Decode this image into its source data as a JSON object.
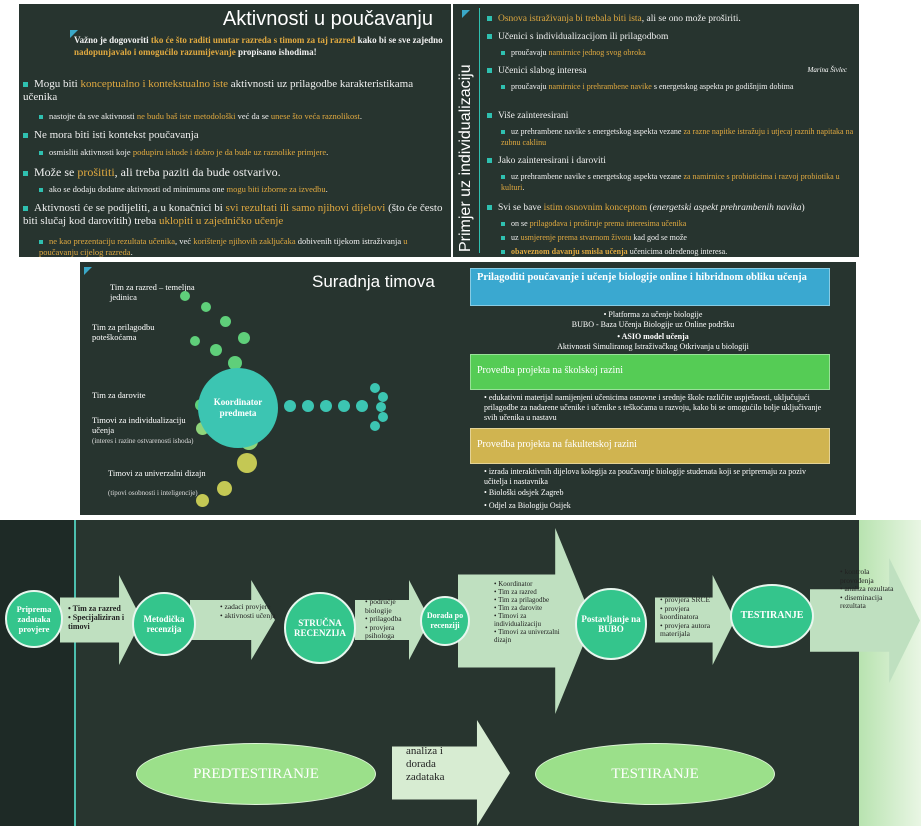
{
  "slide1": {
    "title": "Aktivnosti u poučavanju",
    "intro_a": "Važno je dogovoriti ",
    "intro_b": "tko će što raditi unutar razreda s timom za taj razred",
    "intro_c": " kako bi se sve zajedno ",
    "intro_d": "nadopunjavalo i omogućilo razumijevanje",
    "intro_e": " propisano ishodima!",
    "b1a": "Mogu biti ",
    "b1b": "konceptualno i kontekstualno iste",
    "b1c": " aktivnosti uz prilagodbe karakteristikama učenika",
    "b1s_a": "nastojte da sve aktivnosti ",
    "b1s_b": "ne budu baš iste metodološki",
    "b1s_c": " već da se ",
    "b1s_d": "unese što veća raznolikost",
    ".": ".",
    "b2": "Ne mora biti isti kontekst poučavanja",
    "b2s_a": "osmisliti aktivnosti koje ",
    "b2s_b": "podupiru ishode i dobro je da bude uz raznolike primjere",
    "b3a": "Može se ",
    "b3b": "prošititi",
    "b3c": ", ali treba paziti da bude ostvarivo.",
    "b3s_a": "ako se dodaju dodatne aktivnosti od minimuma one ",
    "b3s_b": "mogu biti izborne za izvedbu",
    "b4a": "Aktivnosti će se podijeliti, a u konačnici bi ",
    "b4b": "svi rezultati ili samo njihovi dijelovi",
    "b4c": " (što će često biti slučaj kod darovitih) treba ",
    "b4d": "uklopiti u zajedničko učenje",
    "b4s_a": "ne kao prezentaciju rezultata učenika",
    "b4s_b": ", već ",
    "b4s_c": "korištenje njihovih zaključaka",
    "b4s_d": " dobivenih tijekom istraživanja ",
    "b4s_e": "u poučavanju cijelog razreda"
  },
  "slide2": {
    "vertical_title": "Primjer uz individualizaciju",
    "author": "Marina Šivlec",
    "r1a": "Osnova istraživanja bi trebala biti ista",
    "r1b": ", ali se ono može proširiti.",
    "r2": "Učenici s individualizacijom ili prilagodbom",
    "r2s_a": "proučavaju ",
    "r2s_b": "namirnice jednog svog obroka",
    "r3": "Učenici slabog interesa",
    "r3s_a": "proučavaju ",
    "r3s_b": "namirnice i prehrambene navike",
    "r3s_c": " s energetskog aspekta po godišnjim dobima",
    "r4": "Više zainteresirani",
    "r4s_a": "uz prehrambene navike s energetskog aspekta vezane ",
    "r4s_b": "za razne napitke istražuju i utjecaj raznih napitaka na zubnu caklinu",
    "r5": "Jako zainteresirani i daroviti",
    "r5s_a": "uz prehrambene navike s energetskog aspekta vezane ",
    "r5s_b": "za namirnice s probioticima i razvoj probiotika u kulturi",
    "r6a": "Svi se bave ",
    "r6b": "istim osnovnim konceptom",
    "r6c": " (",
    "r6d": "energetski aspekt prehrambenih navika",
    "r6e": ")",
    "r6s1_a": "on se ",
    "r6s1_b": "prilagođava i proširuje prema interesima učenika",
    "r6s2_a": "uz ",
    "r6s2_b": "usmjerenje prema stvarnom životu",
    "r6s2_c": " kad god se može",
    "r6s3_a": "obaveznom davanju smisla učenja",
    "r6s3_b": " učenicima određenog interesa."
  },
  "slide3": {
    "title": "Suradnja timova",
    "center": "Koordinator predmeta",
    "teams": [
      "Tim za razred – temeljna jedinica",
      "Tim za prilagodbu poteškoćama",
      "Tim za darovite",
      "Timovi za individualizaciju učenja",
      "(interes i razine ostvarenosti ishoda)",
      "Timovi za univerzalni dizajn",
      "(tipovi osobnosti i inteligencije)"
    ],
    "box1": "Prilagoditi poučavanje i učenje biologije online i hibridnom obliku učenja",
    "box1_p1": "• Platforma za učenje biologije",
    "box1_p2": "BUBO - Baza Učenja Biologije uz Online podršku",
    "box1_p3": "• ASIO model učenja",
    "box1_p4": "Aktivnosti Simuliranog Istraživačkog Otkrivanja u biologiji",
    "box2": "Provedba projekta na školskoj razini",
    "box2_p": "edukativni materijal namijenjeni učenicima osnovne i srednje škole različite uspješnosti, uključujući prilagodbe za nadarene učenike i učenike s teškoćama u razvoju, kako bi se omogućilo bolje uključivanje svih učenika u nastavu",
    "box3": "Provedba projekta na fakultetskoj razini",
    "box3_p1": "izrada interaktivnih dijelova kolegija za poučavanje biologije studenata koji se pripremaju za poziv učitelja i nastavnika",
    "box3_p2": "Biološki odsjek Zagreb",
    "box3_p3": "Odjel za Biologiju Osijek"
  },
  "slide4": {
    "steps": [
      "Priprema zadataka provjere",
      "Metodička recenzija",
      "STRUČNA RECENZIJA",
      "Dorada po recenziji",
      "Postavljanje na BUBO",
      "TESTIRANJE"
    ],
    "a1": [
      "• Tim za razred",
      "• Specijaliziran i timovi"
    ],
    "a2": [
      "• zadaci provjere",
      "• aktivnosti učenja"
    ],
    "a3": [
      "• područje biologije",
      "• prilagodba",
      "• provjera psihologa"
    ],
    "a4": [
      "• Koordinator",
      "• Tim za razred",
      "• Tim za prilagodbe",
      "• Tim za darovite",
      "• Timovi za individualizaciju",
      "• Timovi za univerzalni dizajn"
    ],
    "a5": [
      "• provjera SRCE",
      "• provjera koordinatora",
      "• provjera autora materijala"
    ],
    "a6": [
      "• kontrola provođenja",
      "• analiza rezultata",
      "• diseminacija rezultata"
    ],
    "pre": "PREDTESTIRANJE",
    "mid": "analiza i dorada zadataka",
    "post": "TESTIRANJE"
  }
}
